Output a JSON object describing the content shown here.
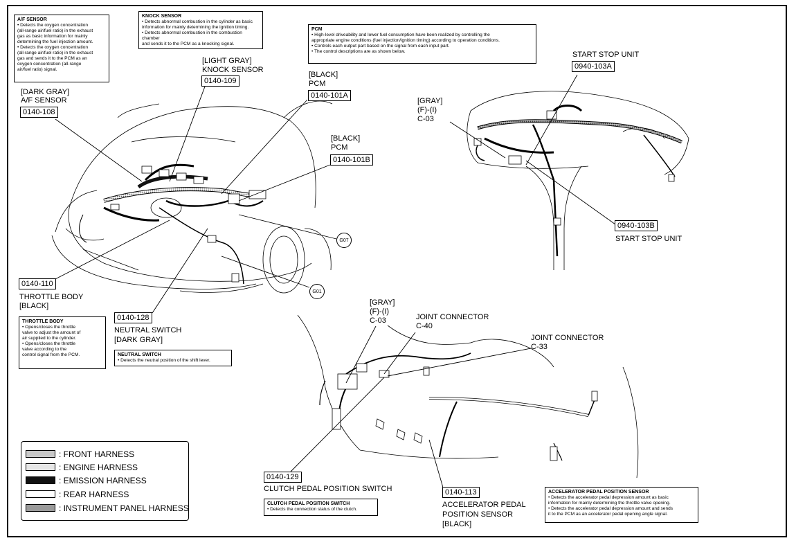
{
  "boxes": {
    "af": {
      "heading": "A/F SENSOR",
      "bullets": [
        "• Detects the oxygen concentration\n(all-range air/fuel ratio) in the exhaust\ngas as basic information for mainly\ndetermining the fuel injection amount.",
        "• Detects the oxygen concentration\n(all-range air/fuel ratio) in the exhaust\ngas and sends it to the PCM as an\noxygen concentration (all-range\nair/fuel ratio) signal."
      ]
    },
    "knock": {
      "heading": "KNOCK SENSOR",
      "bullets": [
        "• Detects abnormal combustion in the cylinder as basic\ninformation for mainly determining the ignition timing.",
        "• Detects abnormal combustion in the combustion chamber\nand sends it to the PCM as a knocking signal."
      ]
    },
    "pcm": {
      "heading": "PCM",
      "bullets": [
        "• High-level driveability and lower fuel consumption have been realized by controlling the\nappropriate engine conditions (fuel injection/ignition timing) according to operation conditions.",
        "• Controls each output part based on the signal from each input part.",
        "• The control descriptions are as shown below."
      ]
    },
    "throttle": {
      "heading": "THROTTLE BODY",
      "bullets": [
        "• Opens/closes the throttle\nvalve to adjust the amount of\nair supplied to the cylinder.",
        "• Opens/closes the throttle\nvalve according to the\ncontrol signal from the PCM."
      ]
    },
    "neutral": {
      "heading": "NEUTRAL SWITCH",
      "bullets": [
        "• Detects the neutral position of the shift lever."
      ]
    },
    "clutch": {
      "heading": "CLUTCH PEDAL POSITION SWITCH",
      "bullets": [
        "• Detects the connection status of the clutch."
      ]
    },
    "accel": {
      "heading": "ACCELERATOR PEDAL POSITION SENSOR",
      "bullets": [
        "• Detects the accelerator pedal depression amount as basic\ninformation for mainly determining the throttle valve opening.",
        "• Detects the accelerator pedal depression amount and sends\nit to the PCM as an accelerator pedal opening angle signal."
      ]
    }
  },
  "codes": {
    "c108": "0140-108",
    "c109": "0140-109",
    "c101a": "0140-101A",
    "c101b": "0140-101B",
    "c110": "0140-110",
    "c128": "0140-128",
    "c103a": "0940-103A",
    "c103b": "0940-103B",
    "c129": "0140-129",
    "c113": "0140-113"
  },
  "labels": {
    "af_top": "[DARK GRAY]",
    "af_bot": "A/F SENSOR",
    "knock_top": "[LIGHT GRAY]",
    "knock_bot": "KNOCK SENSOR",
    "pcm_a_top": "[BLACK]",
    "pcm_a_bot": "PCM",
    "pcm_b_top": "[BLACK]",
    "pcm_b_bot": "PCM",
    "start_a": "START STOP UNIT",
    "start_b": "START STOP UNIT",
    "gray_top_1": "[GRAY]",
    "gray_top_2": "(F)-(I)",
    "gray_top_3": "C-03",
    "throttle_1": "THROTTLE BODY",
    "throttle_2": "[BLACK]",
    "neutral_1": "NEUTRAL SWITCH",
    "neutral_2": "[DARK GRAY]",
    "gray_low_1": "[GRAY]",
    "gray_low_2": "(F)-(I)",
    "gray_low_3": "C-03",
    "joint40_1": "JOINT CONNECTOR",
    "joint40_2": "C-40",
    "joint33_1": "JOINT CONNECTOR",
    "joint33_2": "C-33",
    "clutch_lbl": "CLUTCH PEDAL POSITION SWITCH",
    "accel_1": "ACCELERATOR PEDAL",
    "accel_2": "POSITION SENSOR",
    "accel_3": "[BLACK]"
  },
  "grounds": {
    "g07": "G07",
    "g01": "G01"
  },
  "legend": [
    {
      "label": ": FRONT HARNESS",
      "color": "#c8c8c8",
      "pattern": "dots"
    },
    {
      "label": ": ENGINE HARNESS",
      "color": "#e6e6e6",
      "pattern": "light"
    },
    {
      "label": ": EMISSION HARNESS",
      "color": "#111111",
      "pattern": "solid"
    },
    {
      "label": ": REAR HARNESS",
      "color": "#ffffff",
      "pattern": "none"
    },
    {
      "label": ": INSTRUMENT PANEL HARNESS",
      "color": "#9a9a9a",
      "pattern": "dots"
    }
  ]
}
